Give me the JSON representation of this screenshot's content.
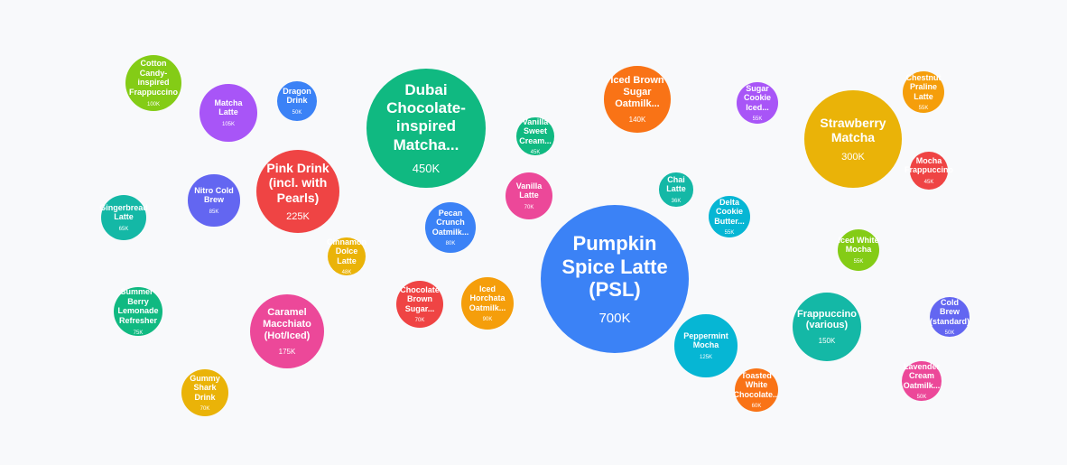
{
  "chart_data": {
    "type": "bubble",
    "title": "",
    "items": [
      {
        "label": "Pumpkin\nSpice Latte\n(PSL)",
        "value": 700,
        "display": "700K",
        "color": "#3b82f6"
      },
      {
        "label": "Dubai\nChocolate-inspired\nMatcha...",
        "value": 450,
        "display": "450K",
        "color": "#10b981"
      },
      {
        "label": "Strawberry\nMatcha",
        "value": 300,
        "display": "300K",
        "color": "#eab308"
      },
      {
        "label": "Pink Drink\n(incl. with\nPearls)",
        "value": 225,
        "display": "225K",
        "color": "#ef4444"
      },
      {
        "label": "Caramel\nMacchiato\n(Hot/Iced)",
        "value": 175,
        "display": "175K",
        "color": "#ec4899"
      },
      {
        "label": "Frappuccino\n(various)",
        "value": 150,
        "display": "150K",
        "color": "#14b8a6"
      },
      {
        "label": "Iced Brown\nSugar\nOatmilk...",
        "value": 140,
        "display": "140K",
        "color": "#f97316"
      },
      {
        "label": "Peppermint\nMocha",
        "value": 125,
        "display": "125K",
        "color": "#06b6d4"
      },
      {
        "label": "Matcha\nLatte",
        "value": 105,
        "display": "105K",
        "color": "#a855f7"
      },
      {
        "label": "Cotton\nCandy-inspired\nFrappuccino",
        "value": 100,
        "display": "100K",
        "color": "#84cc16"
      },
      {
        "label": "Iced\nHorchata\nOatmilk...",
        "value": 90,
        "display": "90K",
        "color": "#f59e0b"
      },
      {
        "label": "Nitro Cold\nBrew",
        "value": 85,
        "display": "85K",
        "color": "#6366f1"
      },
      {
        "label": "Pecan\nCrunch\nOatmilk...",
        "value": 80,
        "display": "80K",
        "color": "#3b82f6"
      },
      {
        "label": "Summer-Berry\nLemonade\nRefresher",
        "value": 75,
        "display": "75K",
        "color": "#10b981"
      },
      {
        "label": "Gummy\nShark\nDrink",
        "value": 70,
        "display": "70K",
        "color": "#eab308"
      },
      {
        "label": "Chocolate\nBrown\nSugar...",
        "value": 70,
        "display": "70K",
        "color": "#ef4444"
      },
      {
        "label": "Vanilla\nLatte",
        "value": 70,
        "display": "70K",
        "color": "#ec4899"
      },
      {
        "label": "Gingerbread\nLatte",
        "value": 65,
        "display": "65K",
        "color": "#14b8a6"
      },
      {
        "label": "Toasted\nWhite\nChocolate...",
        "value": 60,
        "display": "60K",
        "color": "#f97316"
      },
      {
        "label": "Delta\nCookie\nButter...",
        "value": 55,
        "display": "55K",
        "color": "#06b6d4"
      },
      {
        "label": "Sugar\nCookie\nIced...",
        "value": 55,
        "display": "55K",
        "color": "#a855f7"
      },
      {
        "label": "Iced White\nMocha",
        "value": 55,
        "display": "55K",
        "color": "#84cc16"
      },
      {
        "label": "Chestnut\nPraline\nLatte",
        "value": 55,
        "display": "55K",
        "color": "#f59e0b"
      },
      {
        "label": "Cold Brew\n(standard)",
        "value": 50,
        "display": "50K",
        "color": "#6366f1"
      },
      {
        "label": "Dragon\nDrink",
        "value": 50,
        "display": "50K",
        "color": "#3b82f6"
      },
      {
        "label": "Vanilla\nSweet\nCream...",
        "value": 45,
        "display": "45K",
        "color": "#10b981"
      },
      {
        "label": "Cinnamon\nDolce Latte",
        "value": 48,
        "display": "48K",
        "color": "#eab308"
      },
      {
        "label": "Mocha\nFrappuccino",
        "value": 45,
        "display": "45K",
        "color": "#ef4444"
      },
      {
        "label": "Lavender\nCream\nOatmilk...",
        "value": 50,
        "display": "50K",
        "color": "#ec4899"
      },
      {
        "label": "Chai Latte",
        "value": 36,
        "display": "36K",
        "color": "#14b8a6"
      }
    ]
  }
}
